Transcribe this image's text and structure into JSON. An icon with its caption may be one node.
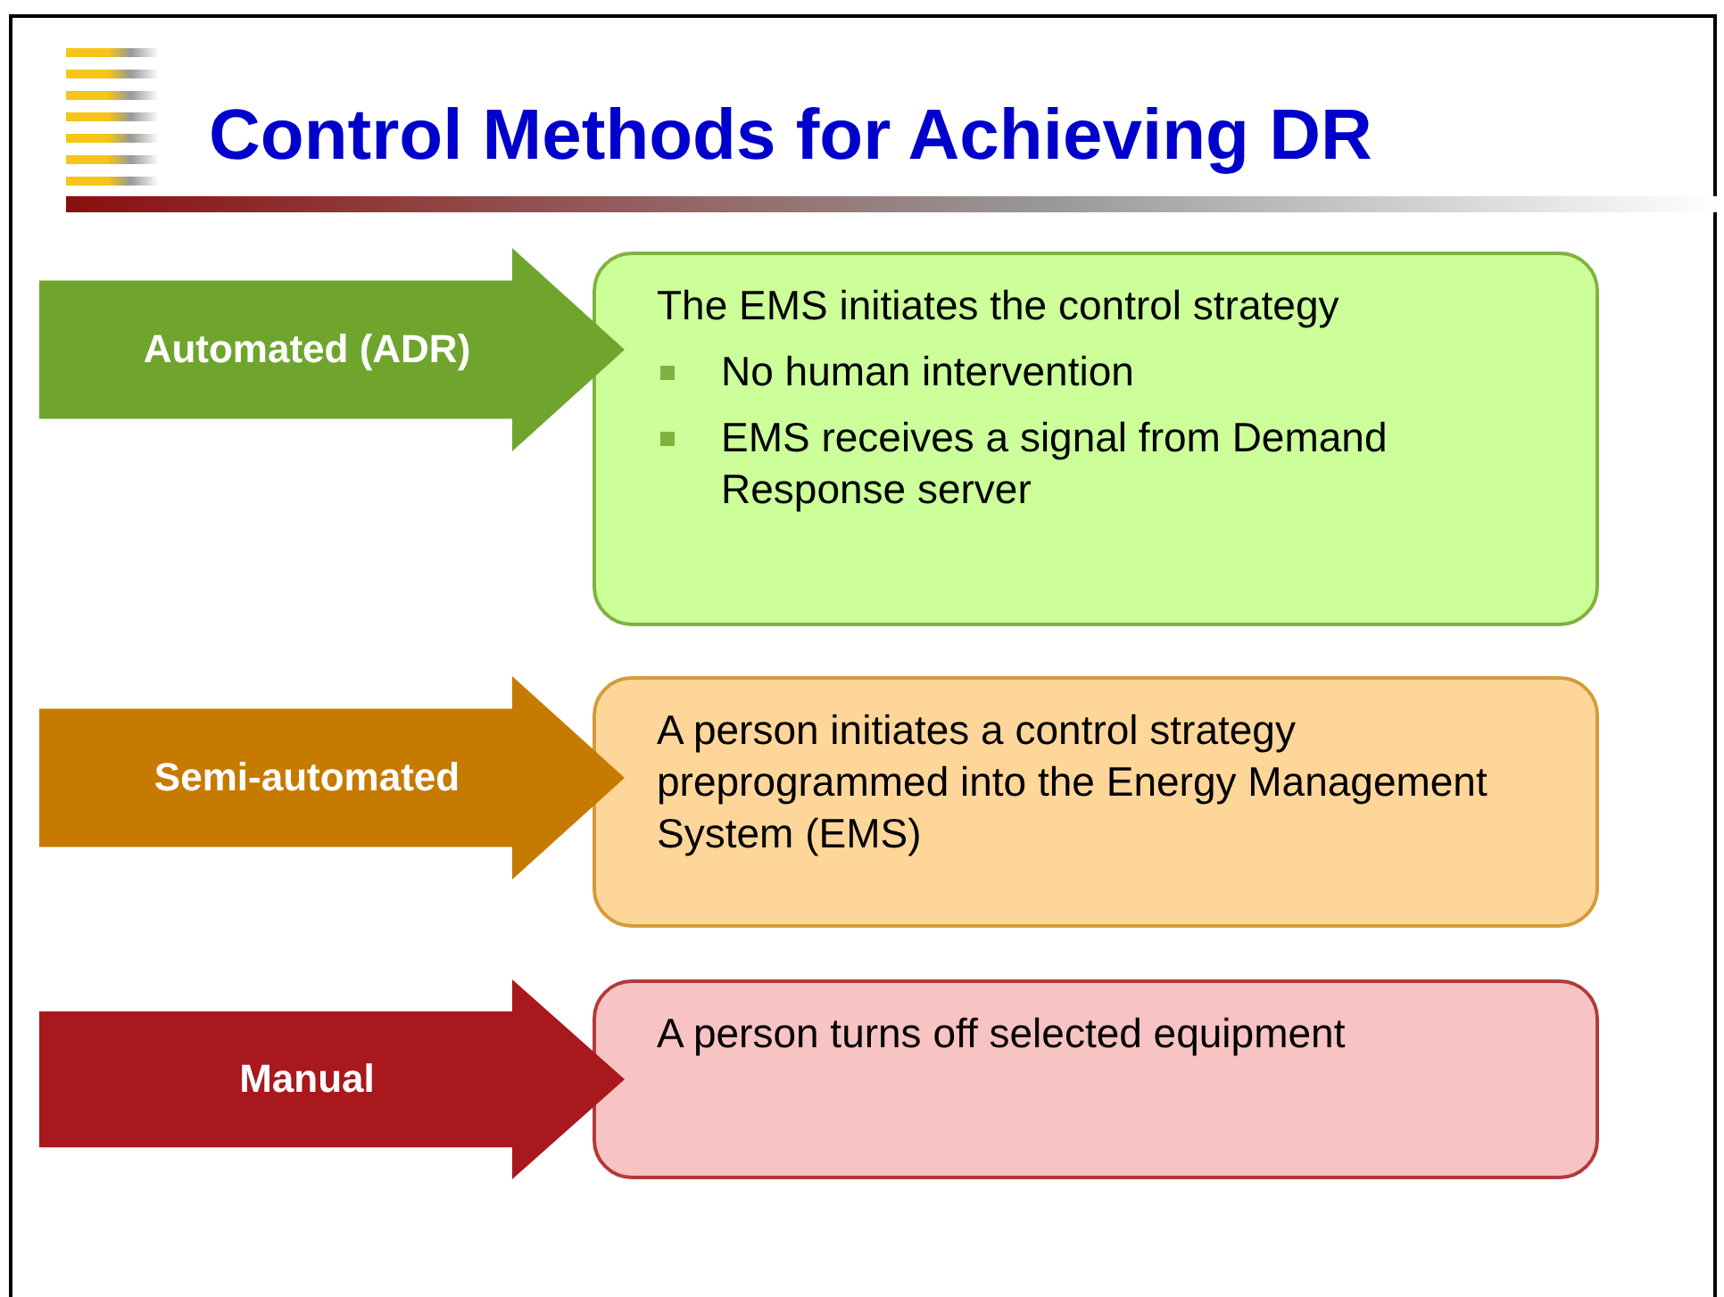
{
  "diagram": {
    "title": "Control Methods for Achieving DR",
    "nodes": [
      {
        "text": [
          "Automated (ADR)"
        ]
      },
      {
        "text": [
          "The EMS initiates the control strategy",
          "No human intervention",
          "EMS receives a signal from Demand Response server"
        ]
      },
      {
        "text": [
          "Semi-automated"
        ]
      },
      {
        "text": [
          "A person initiates a control strategy preprogrammed into the Energy Management System (EMS)"
        ]
      },
      {
        "text": [
          "Manual"
        ]
      },
      {
        "text": [
          "A person turns off selected equipment"
        ]
      }
    ]
  }
}
